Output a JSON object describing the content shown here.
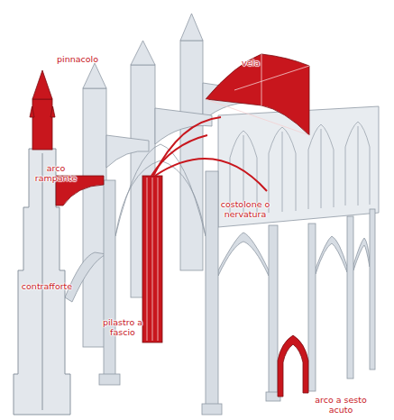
{
  "diagram": {
    "labels": [
      "pinnacolo",
      "vela",
      "arco rampante",
      "costolone o nervatura",
      "contrafforte",
      "pilastro a fascio",
      "arco a sesto acuto"
    ]
  }
}
